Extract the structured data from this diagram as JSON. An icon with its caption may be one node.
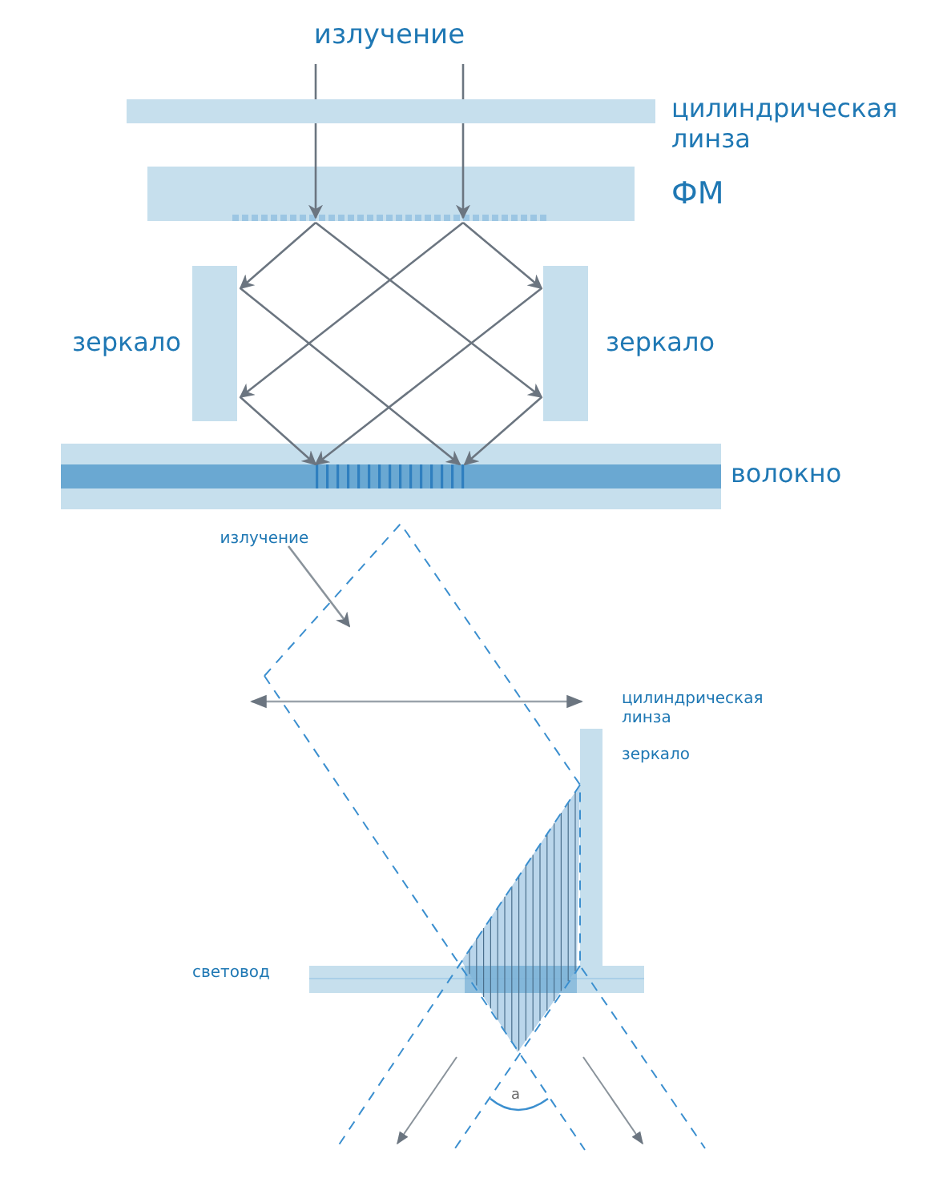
{
  "diagram": {
    "nodes": [
      {
        "text": [
          "излучение"
        ]
      },
      {
        "text": [],
        "shape": "box",
        "beside": [
          "цилиндрическая линза"
        ]
      },
      {
        "text": [],
        "shape": "box",
        "beside": [
          "ФМ"
        ]
      },
      {
        "text": [],
        "shape": "box",
        "beside": [
          "зеркало"
        ]
      },
      {
        "text": [],
        "shape": "box",
        "beside": [
          "зеркало"
        ]
      },
      {
        "text": [],
        "shape": "box",
        "beside": [
          "волокно"
        ]
      },
      {
        "text": [
          "излучение"
        ]
      }
    ],
    "edges": [
      {
        "from": 0,
        "to": 1,
        "arrow": "none"
      },
      {
        "from": 0,
        "to": 1,
        "arrow": "none"
      },
      {
        "from": 1,
        "to": 2,
        "arrow": "to"
      },
      {
        "from": 1,
        "to": 2,
        "arrow": "to"
      },
      {
        "from": 2,
        "to": 3,
        "arrow": "to"
      },
      {
        "from": 2,
        "to": 4,
        "arrow": "to"
      },
      {
        "from": 2,
        "to": 4,
        "arrow": "to"
      },
      {
        "from": 2,
        "to": 3,
        "arrow": "to"
      },
      {
        "from": 3,
        "to": 5,
        "arrow": "to"
      },
      {
        "from": 3,
        "to": 5,
        "arrow": "to"
      },
      {
        "from": 4,
        "to": 5,
        "arrow": "to"
      },
      {
        "from": 4,
        "to": 5,
        "arrow": "to"
      },
      {
        "from": 6,
        "to": null,
        "arrow": "to"
      }
    ],
    "labels": [
      "цилиндрическая линза",
      "зеркало",
      "световод",
      "a"
    ]
  }
}
